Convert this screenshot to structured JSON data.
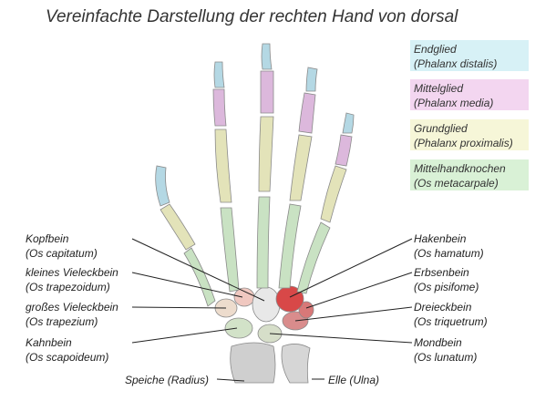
{
  "title": "Vereinfachte Darstellung der rechten Hand von dorsal",
  "legend": [
    {
      "name": "Endglied",
      "latin": "(Phalanx distalis)",
      "color": "#d7f1f6"
    },
    {
      "name": "Mittelglied",
      "latin": "(Phalanx media)",
      "color": "#f3d6f0"
    },
    {
      "name": "Grundglied",
      "latin": "(Phalanx proximalis)",
      "color": "#f6f6d8"
    },
    {
      "name": "Mittelhandknochen",
      "latin": "(Os metacarpale)",
      "color": "#d9f1d6"
    }
  ],
  "labels_left": [
    {
      "name": "Kopfbein",
      "latin": "(Os capitatum)"
    },
    {
      "name": "kleines Vieleckbein",
      "latin": "(Os trapezoidum)"
    },
    {
      "name": "großes Vieleckbein",
      "latin": "(Os trapezium)"
    },
    {
      "name": "Kahnbein",
      "latin": "(Os scapoideum)"
    }
  ],
  "labels_right": [
    {
      "name": "Hakenbein",
      "latin": "(Os hamatum)"
    },
    {
      "name": "Erbsenbein",
      "latin": "(Os pisifome)"
    },
    {
      "name": "Dreieckbein",
      "latin": "(Os triquetrum)"
    },
    {
      "name": "Mondbein",
      "latin": "(Os lunatum)"
    }
  ],
  "bottom_labels": {
    "radius": "Speiche (Radius)",
    "ulna": "Elle (Ulna)"
  },
  "bone_colors": {
    "distal": "#b4d8e4",
    "media": "#dcb8dc",
    "proximal": "#e3e3b9",
    "metacarpal": "#c9e2c3",
    "carpal": "#e8e8e8",
    "trapezoid": "#f0c8c0",
    "hamate": "#d84848",
    "pisiform": "#d87878",
    "forearm": "#cfcfcf"
  }
}
